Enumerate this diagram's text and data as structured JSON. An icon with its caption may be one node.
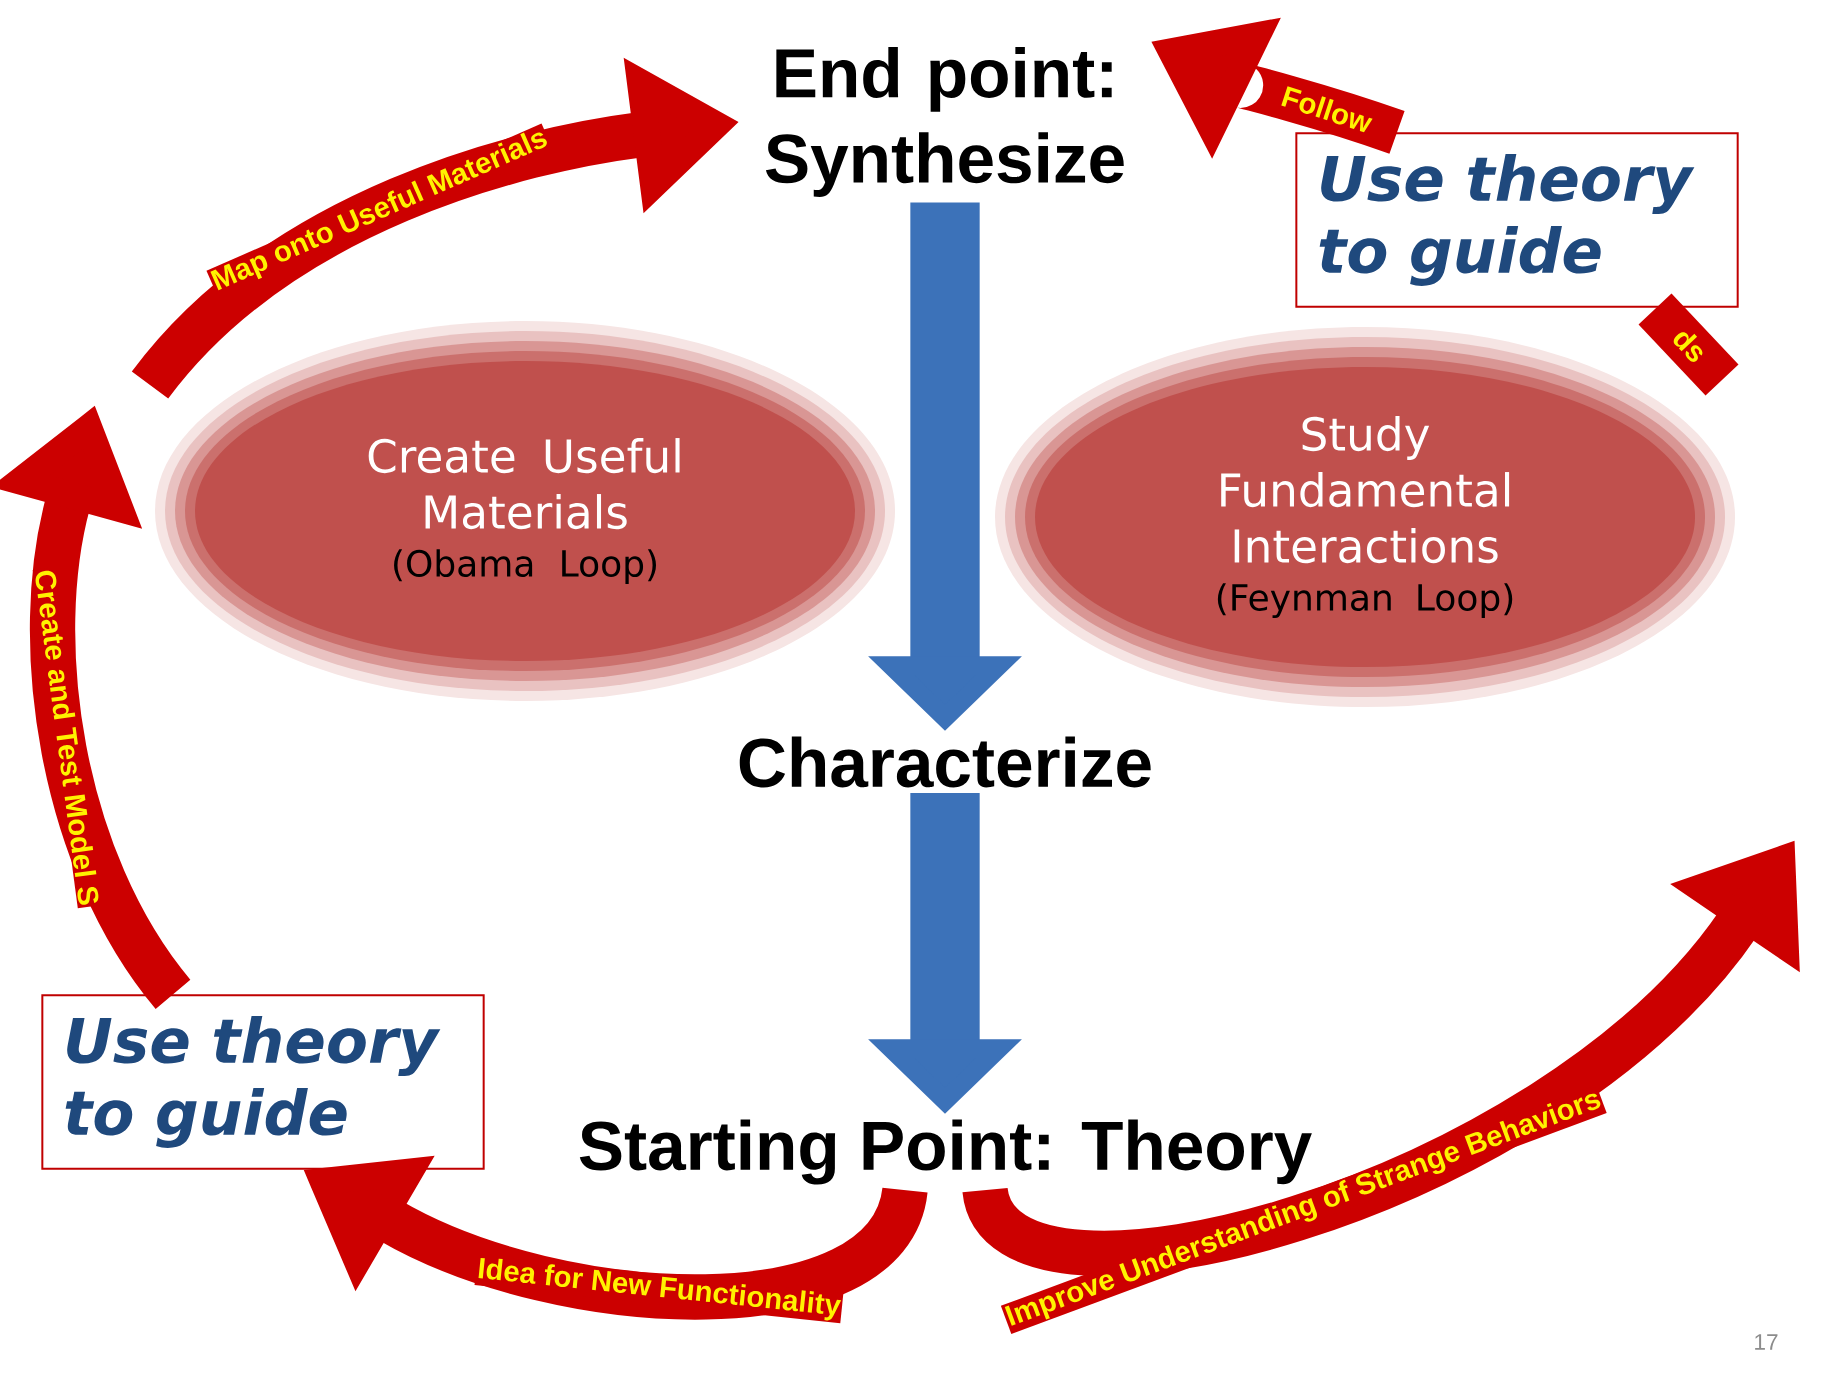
{
  "diagram": {
    "nodes": [
      {
        "text": [
          "End point: Synthesize"
        ]
      },
      {
        "text": [
          "Create Useful Materials",
          "(Obama Loop)"
        ]
      },
      {
        "text": [
          "Study Fundamental Interactions",
          "(Feynman Loop)"
        ]
      },
      {
        "text": [
          "Characterize"
        ]
      },
      {
        "text": [
          "Starting Point: Theory"
        ]
      },
      {
        "text": [
          "Use theory to guide"
        ]
      },
      {
        "text": [
          "Use theory to guide"
        ]
      }
    ],
    "edges": [
      {
        "from": 0,
        "to": 3,
        "arrow": "to",
        "color": "#3c72b9"
      },
      {
        "from": 3,
        "to": 4,
        "arrow": "to",
        "color": "#3c72b9"
      },
      {
        "from": 4,
        "to": 6,
        "arrow": "to",
        "label": "Idea for New Functionality"
      },
      {
        "from": 6,
        "to": null,
        "arrow": "to",
        "label": "Create and Test Model S"
      },
      {
        "from": null,
        "to": 0,
        "arrow": "to",
        "label": "Map onto Useful Materials"
      },
      {
        "from": 4,
        "to": null,
        "arrow": "to",
        "label": "Improve Understanding of Strange Behaviors"
      },
      {
        "from": 5,
        "to": 0,
        "arrow": "to",
        "label": "Follow"
      }
    ],
    "labels": [
      "ds",
      "17"
    ]
  }
}
